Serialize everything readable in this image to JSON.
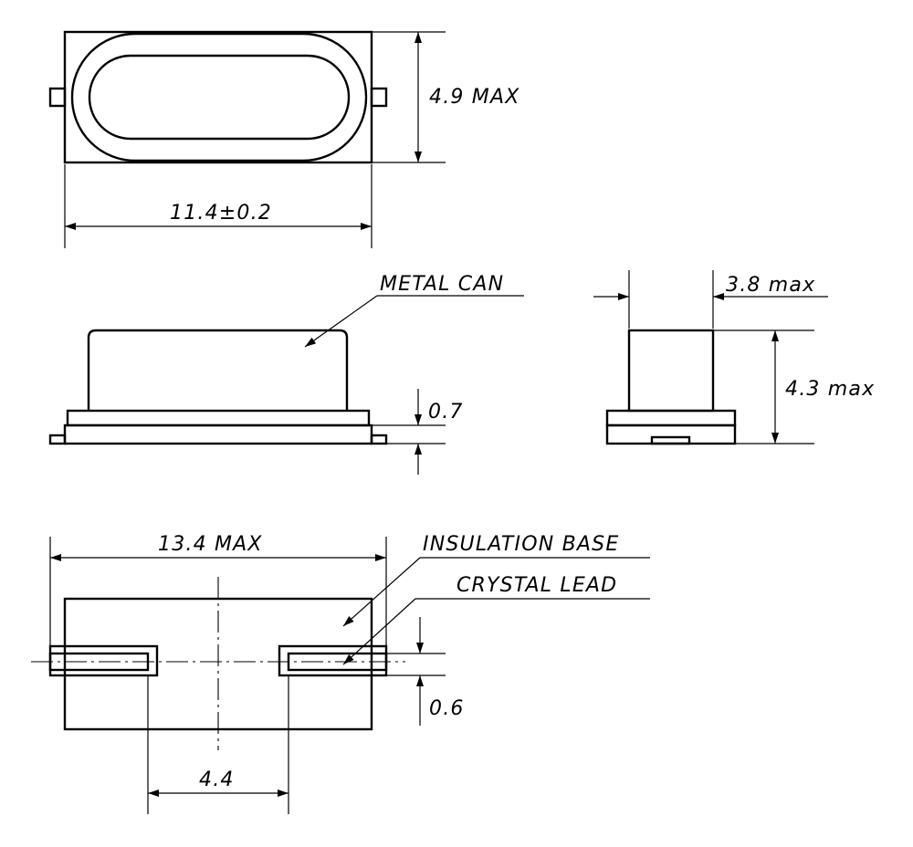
{
  "views": {
    "top": {
      "width_label": "11.4±0.2",
      "height_label": "4.9 MAX"
    },
    "front": {
      "callout": "METAL CAN",
      "base_label": "0.7"
    },
    "side": {
      "width_label": "3.8 max",
      "height_label": "4.3 max"
    },
    "bottom": {
      "length_label": "13.4 MAX",
      "base_callout": "INSULATION BASE",
      "lead_callout": "CRYSTAL LEAD",
      "lead_label": "0.6",
      "pitch_label": "4.4"
    }
  }
}
